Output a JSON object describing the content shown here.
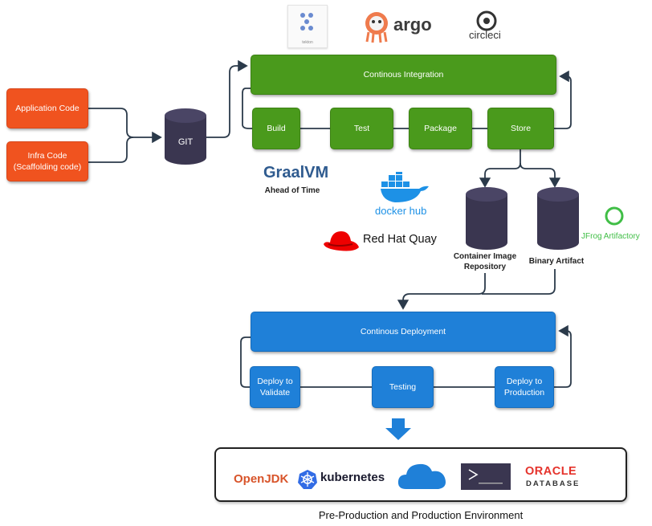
{
  "sources": {
    "app_code": "Application Code",
    "infra_code_line1": "Infra Code",
    "infra_code_line2": "(Scaffolding code)",
    "git": "GIT"
  },
  "ci": {
    "title": "Continous Integration",
    "stages": [
      "Build",
      "Test",
      "Package",
      "Store"
    ]
  },
  "ci_tools": {
    "tekton": "tekton",
    "argo": "argo",
    "circleci": "circleci",
    "graalvm": "GraalVM",
    "graal_caption": "Ahead of Time",
    "dockerhub": "docker hub",
    "redhat": "Red Hat Quay",
    "jfrog": "JFrog Artifactory"
  },
  "repos": {
    "container_line1": "Container Image",
    "container_line2": "Repository",
    "binary": "Binary Artifact"
  },
  "cd": {
    "title": "Continous Deployment",
    "stage1_line1": "Deploy to",
    "stage1_line2": "Validate",
    "stage2": "Testing",
    "stage3_line1": "Deploy to",
    "stage3_line2": "Production"
  },
  "environment": {
    "title": "Pre-Production and Production Environment",
    "logos": {
      "openjdk": "OpenJDK",
      "kubernetes": "kubernetes",
      "cloud": "cloud-icon",
      "terminal": "terminal-icon",
      "oracle_line1": "ORACLE",
      "oracle_line2": "DATABASE"
    }
  },
  "colors": {
    "orange": "#f0531f",
    "green": "#4a9a1c",
    "blue": "#1f80d8",
    "cylinder": "#3a3650",
    "connector": "#2b3a4a"
  }
}
